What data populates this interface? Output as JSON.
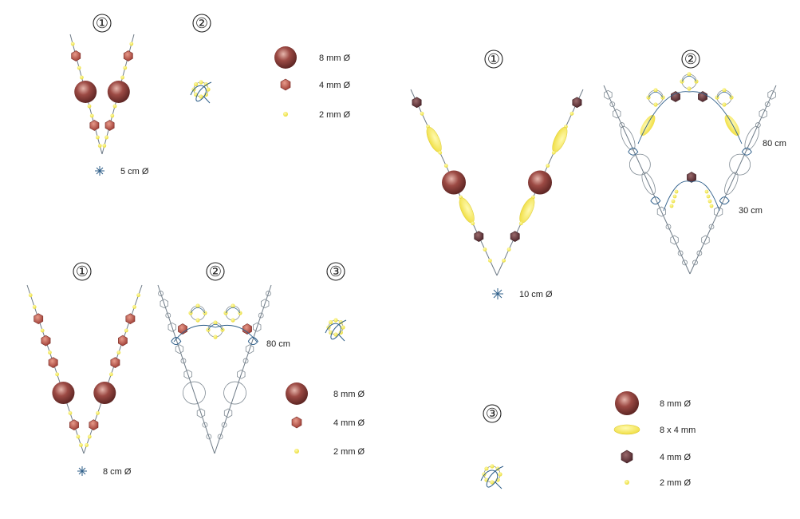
{
  "colors": {
    "large_bead": "#8c3a36",
    "hex_bead": "#a8443a",
    "dark_bead": "#5a2a2e",
    "seed_bead": "#f2e94a",
    "oval_bead": "#f4ea5a",
    "wire": "#6d7a86",
    "outline": "#7f8a93",
    "knot": "#2f5f8a"
  },
  "panels": [
    {
      "id": "top-left",
      "steps": [
        "①",
        "②"
      ],
      "ring_label": "5 cm Ø",
      "legend": [
        "8 mm Ø",
        "4 mm Ø",
        "2 mm Ø"
      ]
    },
    {
      "id": "bottom-left",
      "steps": [
        "①",
        "②",
        "③"
      ],
      "length_label": "80 cm",
      "ring_label": "8 cm Ø",
      "legend": [
        "8 mm Ø",
        "4 mm Ø",
        "2 mm Ø"
      ]
    },
    {
      "id": "right",
      "steps": [
        "①",
        "②",
        "③"
      ],
      "length_labels": [
        "80 cm",
        "30 cm"
      ],
      "ring_label": "10 cm Ø",
      "legend": [
        "8 mm Ø",
        "8 x 4 mm",
        "4 mm Ø",
        "2 mm Ø"
      ]
    }
  ]
}
